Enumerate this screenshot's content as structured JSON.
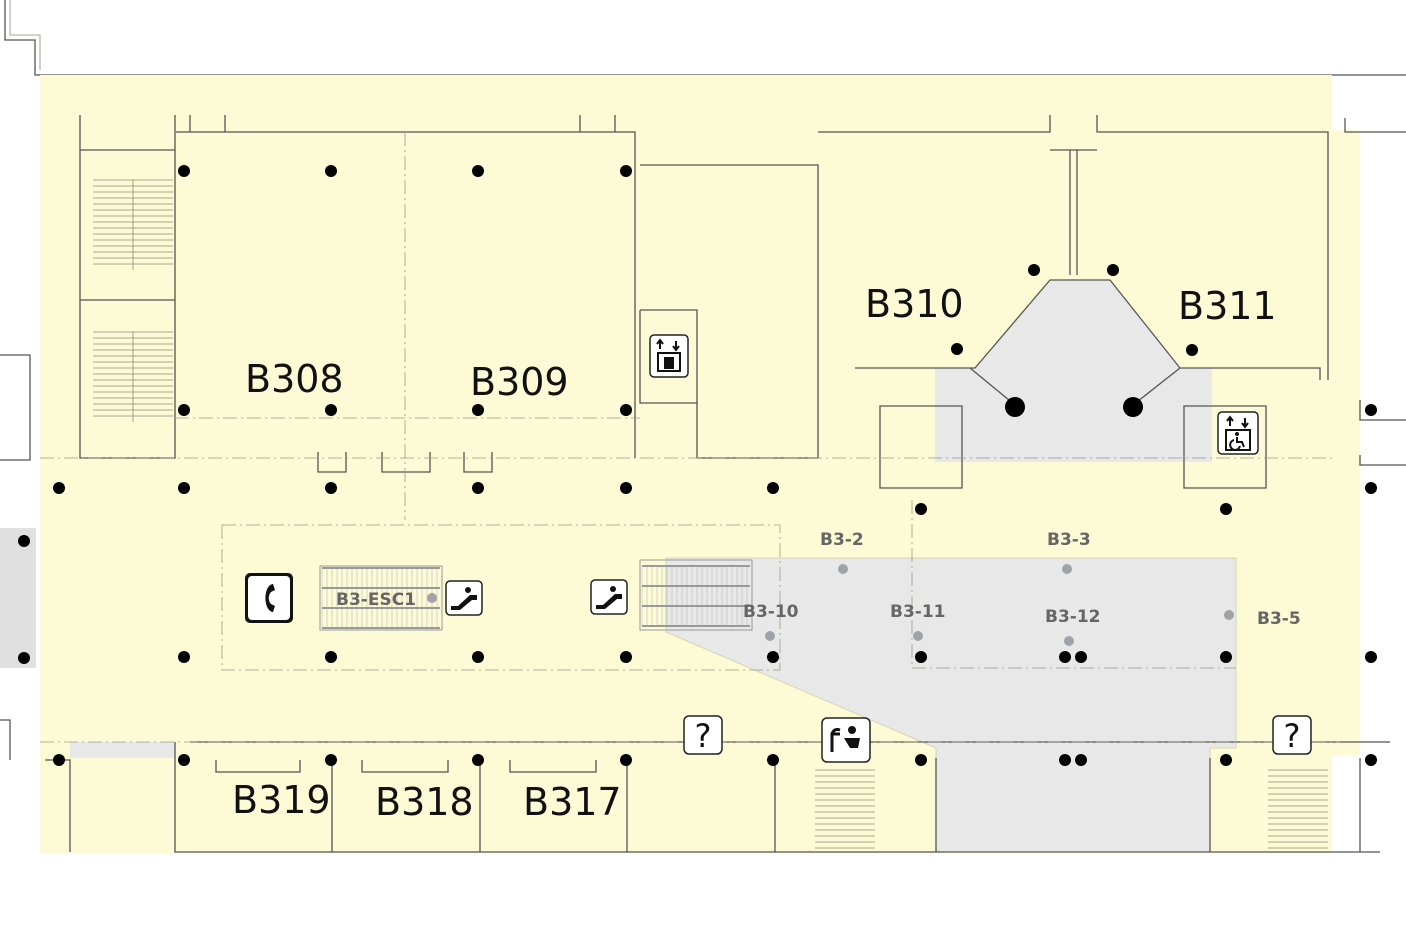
{
  "map": {
    "colors": {
      "floor": "#fdfad6",
      "unassigned": "#e8e8e8",
      "wall": "#555555",
      "column": "#000000",
      "zone_marker": "#a0a4a8"
    },
    "rooms": [
      {
        "id": "B308",
        "label": "B308"
      },
      {
        "id": "B309",
        "label": "B309"
      },
      {
        "id": "B310",
        "label": "B310"
      },
      {
        "id": "B311",
        "label": "B311"
      },
      {
        "id": "B319",
        "label": "B319"
      },
      {
        "id": "B318",
        "label": "B318"
      },
      {
        "id": "B317",
        "label": "B317"
      }
    ],
    "zones": [
      {
        "id": "B3-ESC1",
        "label": "B3-ESC1"
      },
      {
        "id": "B3-2",
        "label": "B3-2"
      },
      {
        "id": "B3-3",
        "label": "B3-3"
      },
      {
        "id": "B3-10",
        "label": "B3-10"
      },
      {
        "id": "B3-11",
        "label": "B3-11"
      },
      {
        "id": "B3-12",
        "label": "B3-12"
      },
      {
        "id": "B3-5",
        "label": "B3-5"
      }
    ],
    "icons": [
      "elevator-icon",
      "accessible-elevator-icon",
      "phone-icon",
      "escalator-icon",
      "escalator-icon",
      "information-icon",
      "information-icon",
      "drinking-fountain-icon"
    ],
    "info_glyph": "?"
  }
}
